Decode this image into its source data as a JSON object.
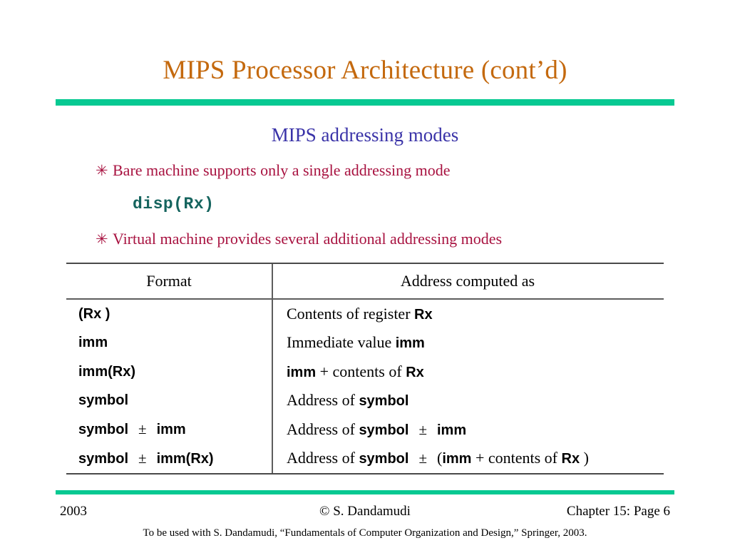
{
  "slide": {
    "title": "MIPS Processor Architecture (cont’d)",
    "subtitle": "MIPS addressing modes",
    "accent_green": "#07C992",
    "title_color": "#C4690E",
    "subtitle_color": "#3A33A8",
    "bullet_color": "#A81240",
    "code_color": "#15645E"
  },
  "bullets": [
    {
      "marker": "✳",
      "text": "Bare machine supports only a single addressing mode"
    },
    {
      "marker": "✳",
      "text": "Virtual machine provides several additional addressing modes"
    }
  ],
  "code_line": "disp(Rx)",
  "table": {
    "headers": [
      "Format",
      "Address computed as"
    ],
    "rows": [
      {
        "format_parts": [
          {
            "t": "(Rx )",
            "style": "code"
          }
        ],
        "format_text": "(Rx )",
        "address_parts": [
          {
            "t": "Contents of register ",
            "style": "text"
          },
          {
            "t": "Rx",
            "style": "code"
          }
        ],
        "address_text": "Contents of register Rx"
      },
      {
        "format_parts": [
          {
            "t": "imm",
            "style": "code"
          }
        ],
        "format_text": "imm",
        "address_parts": [
          {
            "t": "Immediate value ",
            "style": "text"
          },
          {
            "t": "imm",
            "style": "code"
          }
        ],
        "address_text": "Immediate value imm"
      },
      {
        "format_parts": [
          {
            "t": "imm(Rx)",
            "style": "code"
          }
        ],
        "format_text": "imm(Rx)",
        "address_parts": [
          {
            "t": "imm",
            "style": "code"
          },
          {
            "t": " + contents of ",
            "style": "text"
          },
          {
            "t": "Rx",
            "style": "code"
          }
        ],
        "address_text": "imm + contents of Rx"
      },
      {
        "format_parts": [
          {
            "t": "symbol",
            "style": "code"
          }
        ],
        "format_text": "symbol",
        "address_parts": [
          {
            "t": "Address of ",
            "style": "text"
          },
          {
            "t": "symbol",
            "style": "code"
          }
        ],
        "address_text": "Address of symbol"
      },
      {
        "format_parts": [
          {
            "t": "symbol",
            "style": "code"
          },
          {
            "t": "±",
            "style": "pm"
          },
          {
            "t": "imm",
            "style": "code"
          }
        ],
        "format_text": "symbol ± imm",
        "address_parts": [
          {
            "t": "Address of ",
            "style": "text"
          },
          {
            "t": "symbol",
            "style": "code"
          },
          {
            "t": "±",
            "style": "pm"
          },
          {
            "t": "imm",
            "style": "code"
          }
        ],
        "address_text": "Address of symbol ±imm"
      },
      {
        "format_parts": [
          {
            "t": "symbol",
            "style": "code"
          },
          {
            "t": "±",
            "style": "pm"
          },
          {
            "t": "imm(Rx)",
            "style": "code"
          }
        ],
        "format_text": "symbol ± imm(Rx)",
        "address_parts": [
          {
            "t": "Address of ",
            "style": "text"
          },
          {
            "t": "symbol",
            "style": "code"
          },
          {
            "t": "±",
            "style": "pm"
          },
          {
            "t": "(",
            "style": "text"
          },
          {
            "t": "imm",
            "style": "code"
          },
          {
            "t": " + contents of ",
            "style": "text"
          },
          {
            "t": "Rx",
            "style": "code"
          },
          {
            "t": " )",
            "style": "text"
          }
        ],
        "address_text": "Address of symbol ±(imm + contents of Rx )"
      }
    ]
  },
  "footer": {
    "year": "2003",
    "copyright": "© S. Dandamudi",
    "page": "Chapter 15: Page 6",
    "note": "To be used with S. Dandamudi, “Fundamentals of Computer Organization and Design,” Springer, 2003."
  }
}
